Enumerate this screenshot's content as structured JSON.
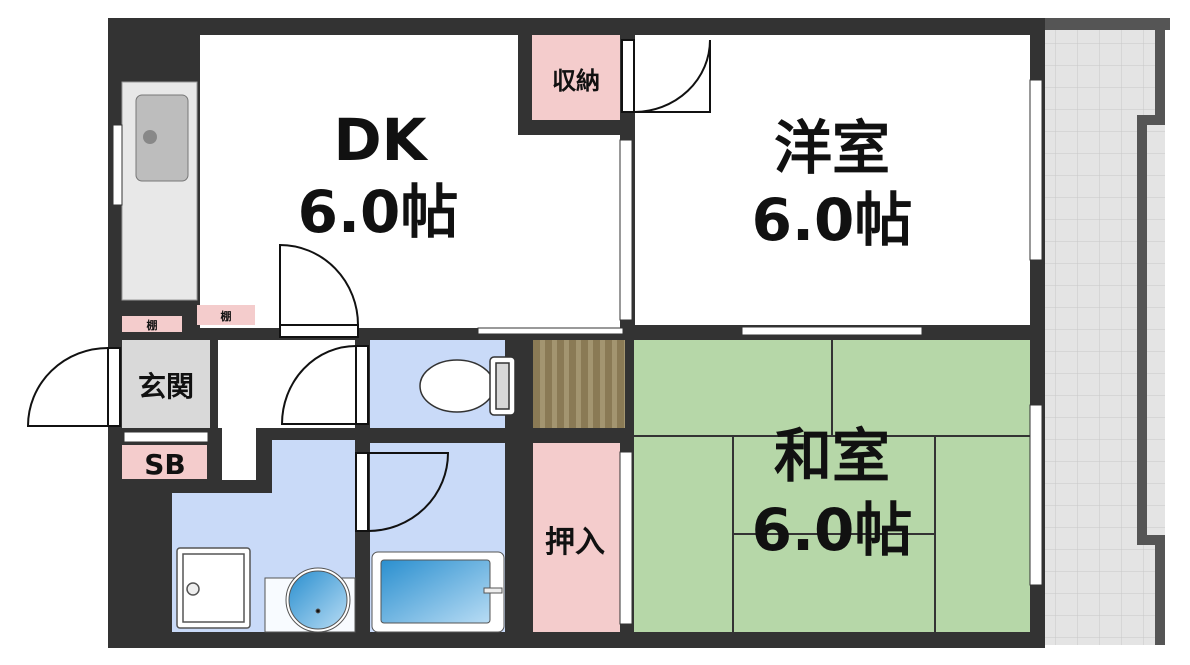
{
  "rooms": {
    "dk": {
      "name": "DK",
      "size": "6.0帖"
    },
    "western": {
      "name": "洋室",
      "size": "6.0帖"
    },
    "japanese": {
      "name": "和室",
      "size": "6.0帖"
    },
    "storage": "収納",
    "closet": "押入",
    "entrance": "玄関",
    "shoebox": "SB",
    "shelf1": "棚",
    "shelf2": "棚"
  },
  "colors": {
    "wall": "#333333",
    "storage_pink": "#f4cccc",
    "wet_blue": "#c9daf8",
    "tatami_green": "#b6d7a8",
    "entrance_gray": "#d9d9d9",
    "balcony_gray": "#e6e6e6",
    "stair_brown": "#8a7a55"
  }
}
